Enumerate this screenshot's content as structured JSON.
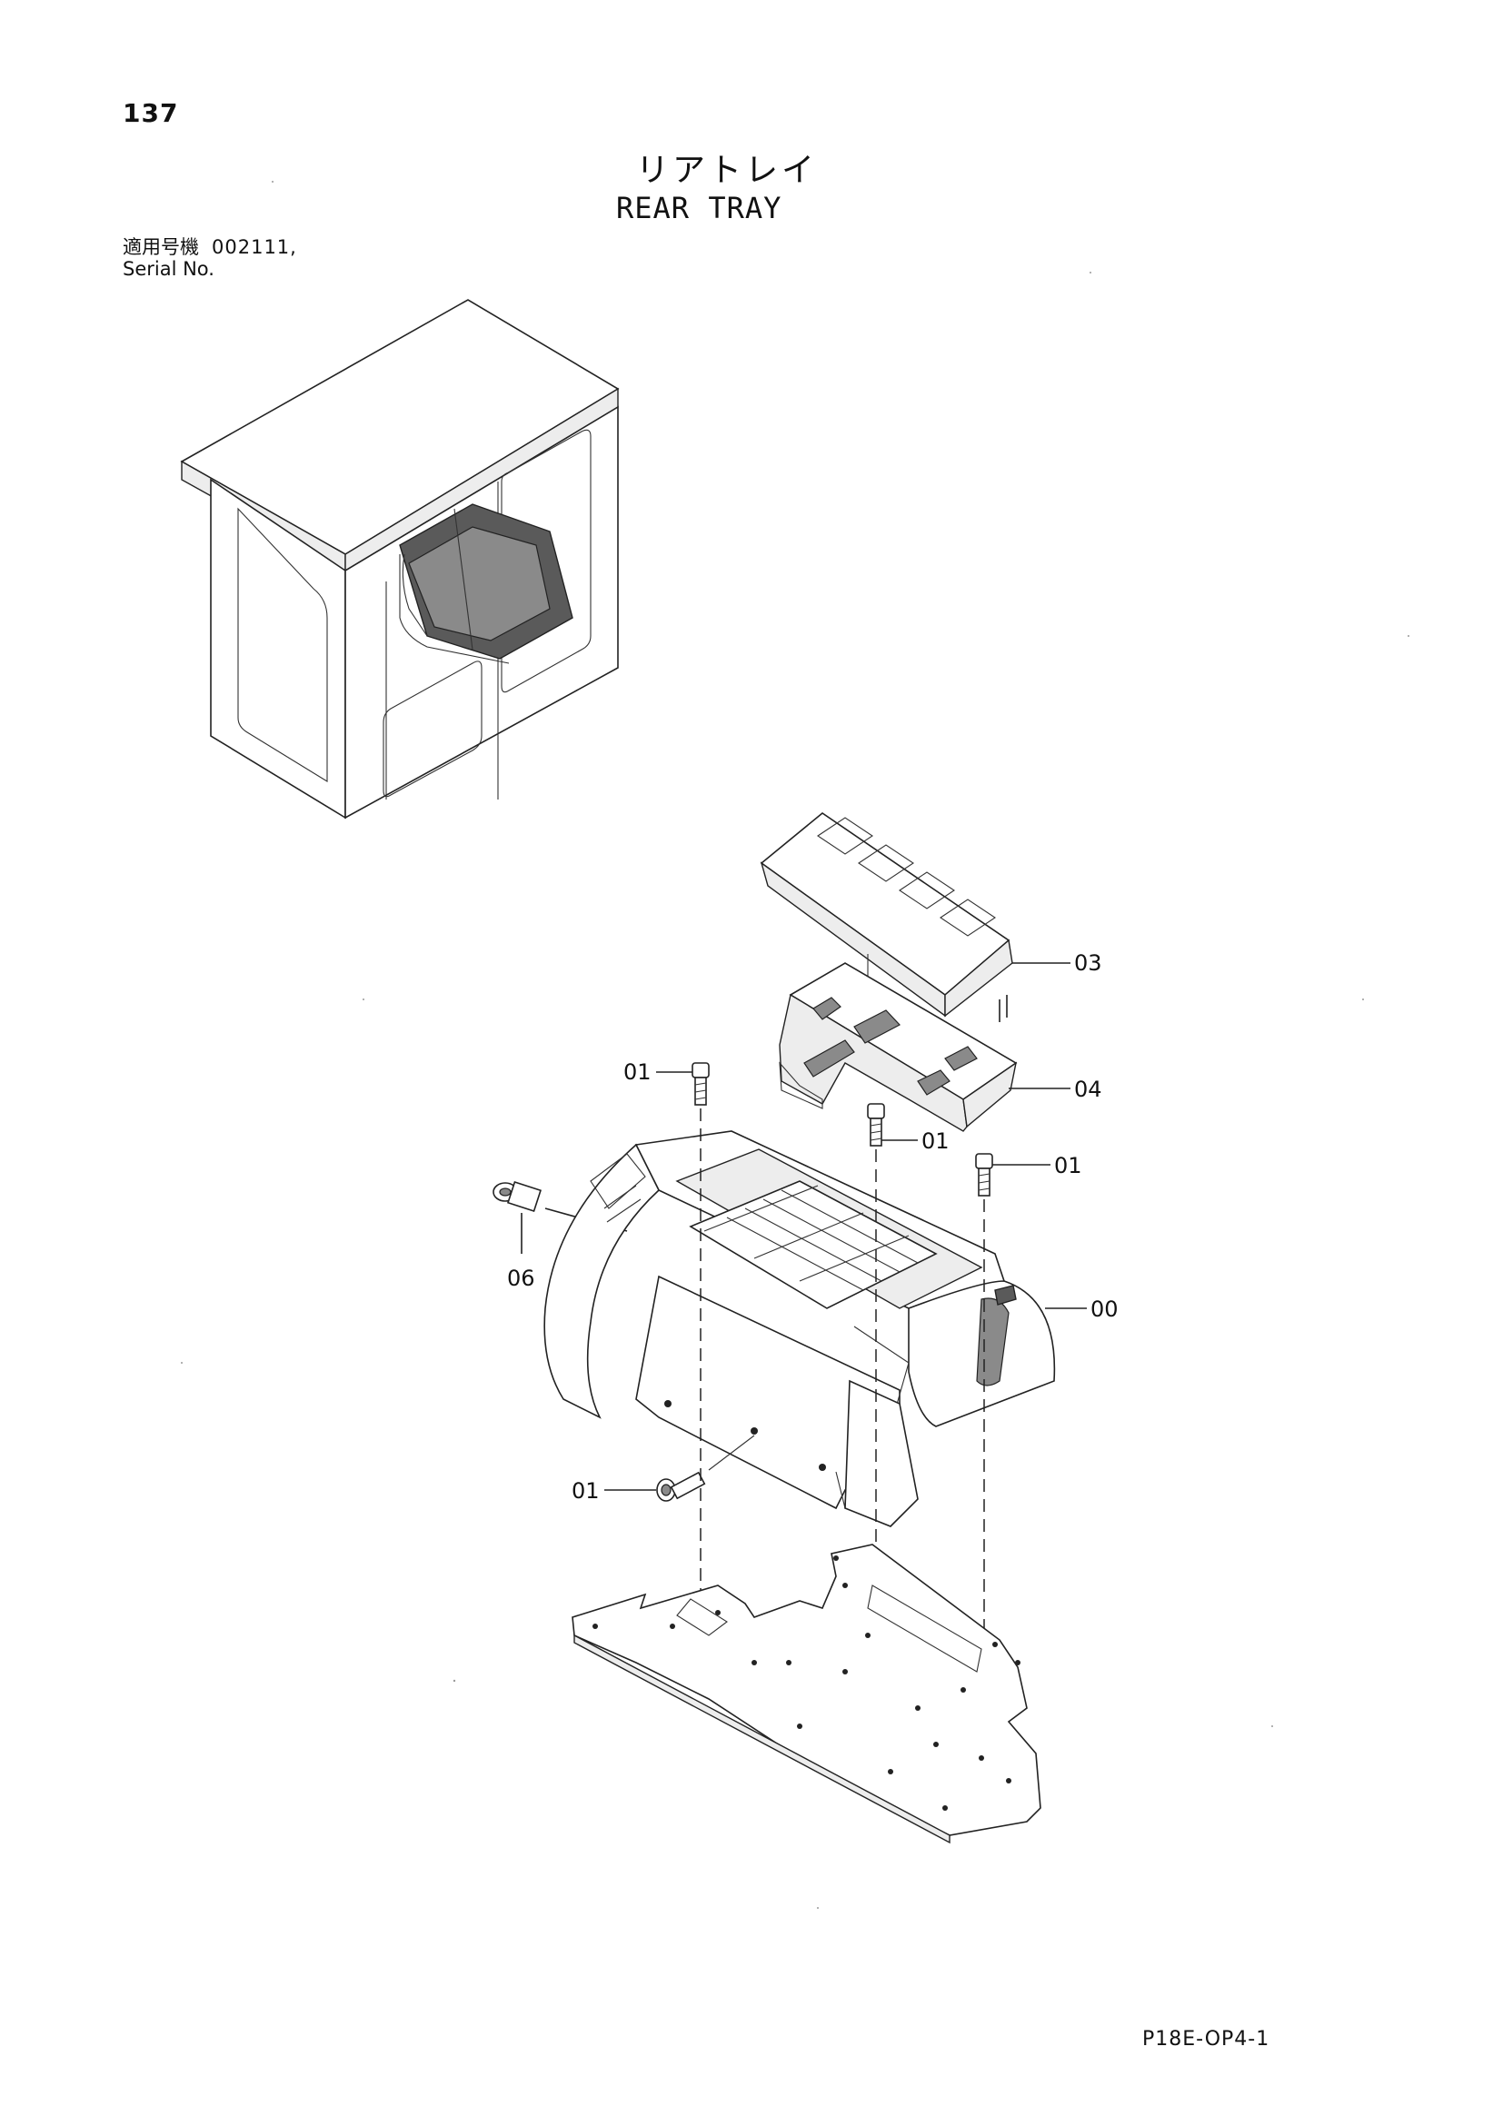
{
  "page": {
    "number": "137",
    "title_jp": "リアトレイ",
    "title_en": "REAR TRAY",
    "serial_label_jp": "適用号機",
    "serial_label_en": "Serial No.",
    "serial_value": "002111,",
    "doc_code": "P18E-OP4-1"
  },
  "callouts": {
    "part_03": "03",
    "part_04": "04",
    "part_01_top_left": "01",
    "part_01_center": "01",
    "part_01_right": "01",
    "part_06": "06",
    "part_00": "00",
    "part_01_bottom": "01"
  }
}
